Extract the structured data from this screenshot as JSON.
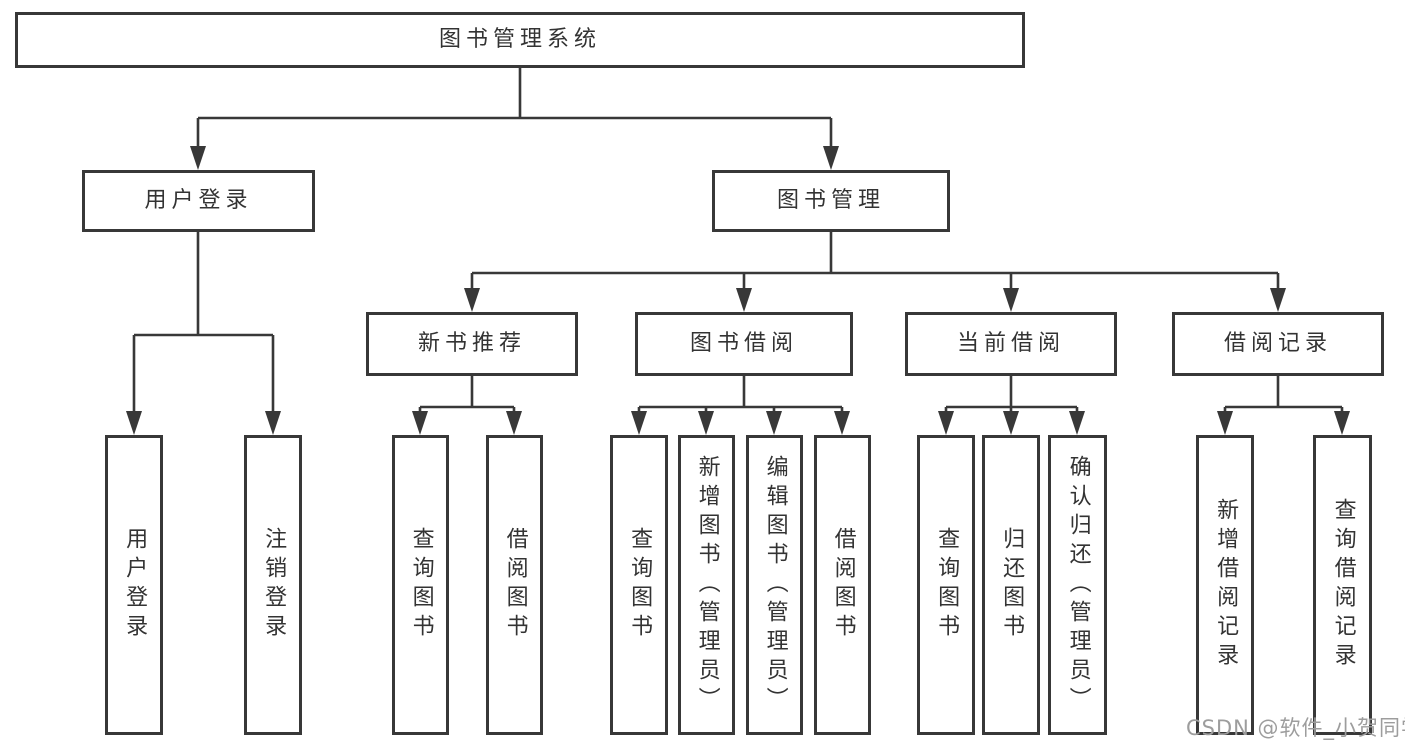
{
  "diagram": {
    "type": "hierarchy-tree",
    "root": {
      "label": "图书管理系统",
      "children": [
        {
          "label": "用户登录",
          "children": [
            {
              "label": "用户登录"
            },
            {
              "label": "注销登录"
            }
          ]
        },
        {
          "label": "图书管理",
          "children": [
            {
              "label": "新书推荐",
              "children": [
                {
                  "label": "查询图书"
                },
                {
                  "label": "借阅图书"
                }
              ]
            },
            {
              "label": "图书借阅",
              "children": [
                {
                  "label": "查询图书"
                },
                {
                  "label": "新增图书（管理员）"
                },
                {
                  "label": "编辑图书（管理员）"
                },
                {
                  "label": "借阅图书"
                }
              ]
            },
            {
              "label": "当前借阅",
              "children": [
                {
                  "label": "查询图书"
                },
                {
                  "label": "归还图书"
                },
                {
                  "label": "确认归还（管理员）"
                }
              ]
            },
            {
              "label": "借阅记录",
              "children": [
                {
                  "label": "新增借阅记录"
                },
                {
                  "label": "查询借阅记录"
                }
              ]
            }
          ]
        }
      ]
    }
  },
  "watermark": {
    "text": "CSDN @软件_小贺同学"
  },
  "colors": {
    "line": "#383838",
    "box_border": "#383838",
    "box_fill": "#ffffff",
    "text": "#333333",
    "watermark": "#9d9d9d",
    "background": "#ffffff"
  }
}
